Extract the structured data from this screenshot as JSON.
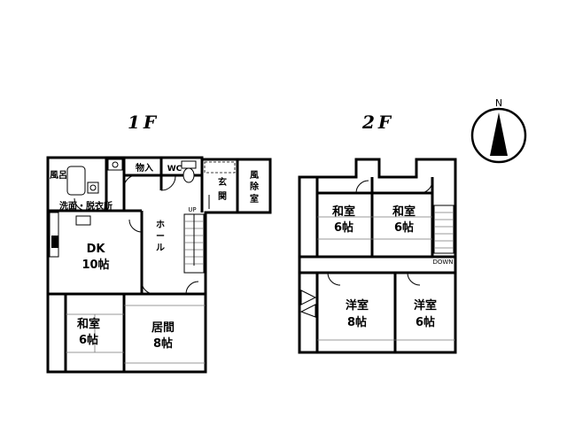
{
  "floors": {
    "first": {
      "title": "1F",
      "rooms": {
        "bath": "風呂",
        "storage": "物入",
        "wc": "WC",
        "entrance": [
          "玄",
          "関"
        ],
        "windbreak": [
          "風",
          "除",
          "室"
        ],
        "washroom": "洗面・脱衣所",
        "hall": [
          "ホ",
          "ー",
          "ル"
        ],
        "up": "UP",
        "dk": [
          "DK",
          "10帖"
        ],
        "washitsu": [
          "和室",
          "6帖"
        ],
        "living": [
          "居間",
          "8帖"
        ]
      }
    },
    "second": {
      "title": "2F",
      "rooms": {
        "washitsu_left": [
          "和室",
          "6帖"
        ],
        "washitsu_right": [
          "和室",
          "6帖"
        ],
        "down": "DOWN",
        "western_left": [
          "洋室",
          "8帖"
        ],
        "western_right": [
          "洋室",
          "6帖"
        ]
      }
    }
  },
  "compass": {
    "north_label": "N"
  }
}
